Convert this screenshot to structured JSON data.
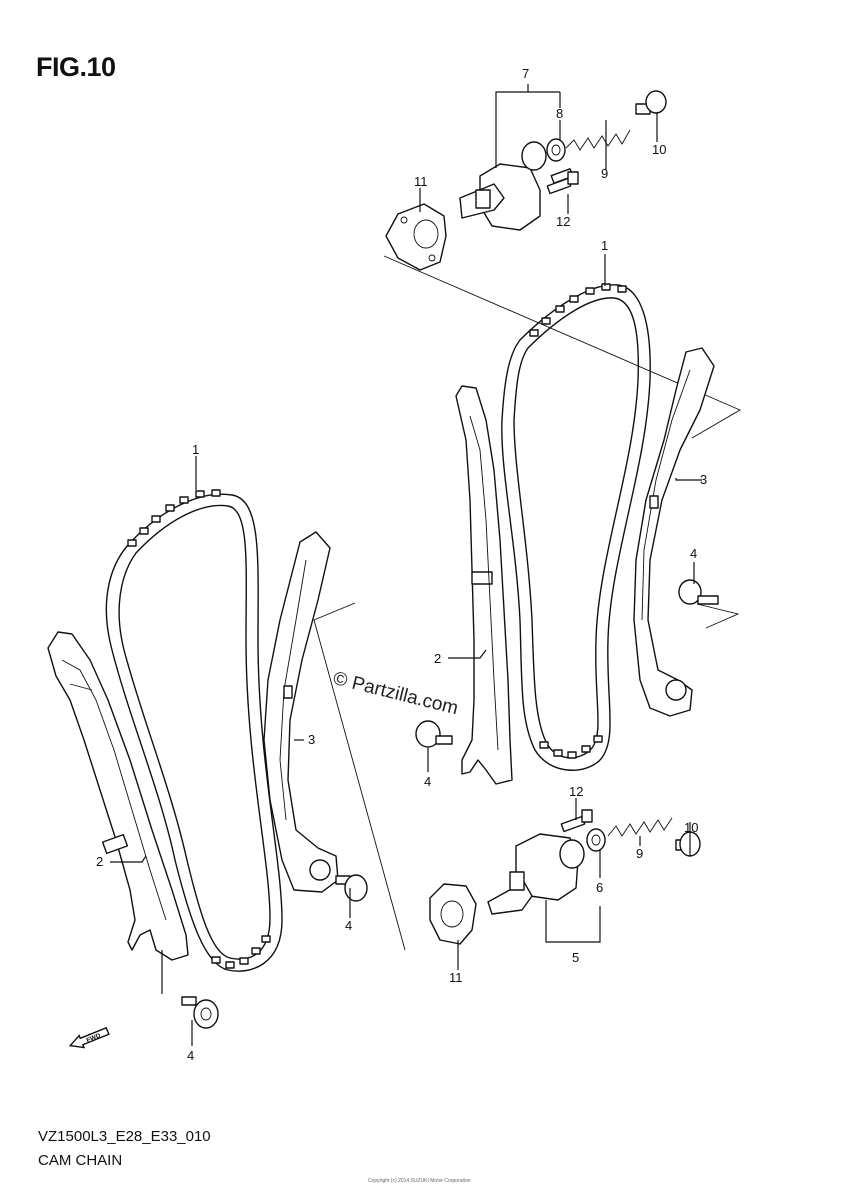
{
  "figure": {
    "title": "FIG.10"
  },
  "watermark": "© Partzilla.com",
  "footer": {
    "code": "VZ1500L3_E28_E33_010",
    "name": "CAM CHAIN",
    "copyright": "Copyright (c) 2014 SUZUKI Motor Corporation"
  },
  "fwd_icon": "fwd-arrow-icon",
  "callouts": {
    "c1a": "1",
    "c1b": "1",
    "c2a": "2",
    "c2b": "2",
    "c3a": "3",
    "c3b": "3",
    "c4a": "4",
    "c4b": "4",
    "c4c": "4",
    "c5": "5",
    "c6": "6",
    "c7": "7",
    "c8": "8",
    "c9a": "9",
    "c9b": "9",
    "c10a": "10",
    "c10b": "10",
    "c11a": "11",
    "c11b": "11",
    "c12a": "12",
    "c12b": "12"
  }
}
